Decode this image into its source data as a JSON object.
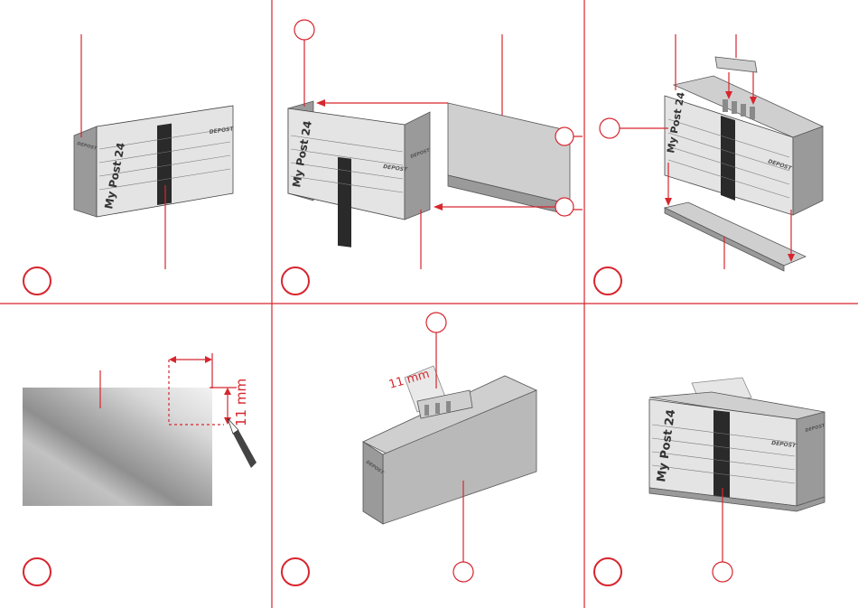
{
  "colors": {
    "accent": "#d7262e",
    "model": "#b9b9b9",
    "ink": "#2a2a2a"
  },
  "labels": {
    "brand_vertical": "My Post 24",
    "brand_logo": "DEPOST",
    "measure_1": "11 mm",
    "measure_2": "11 mm"
  }
}
